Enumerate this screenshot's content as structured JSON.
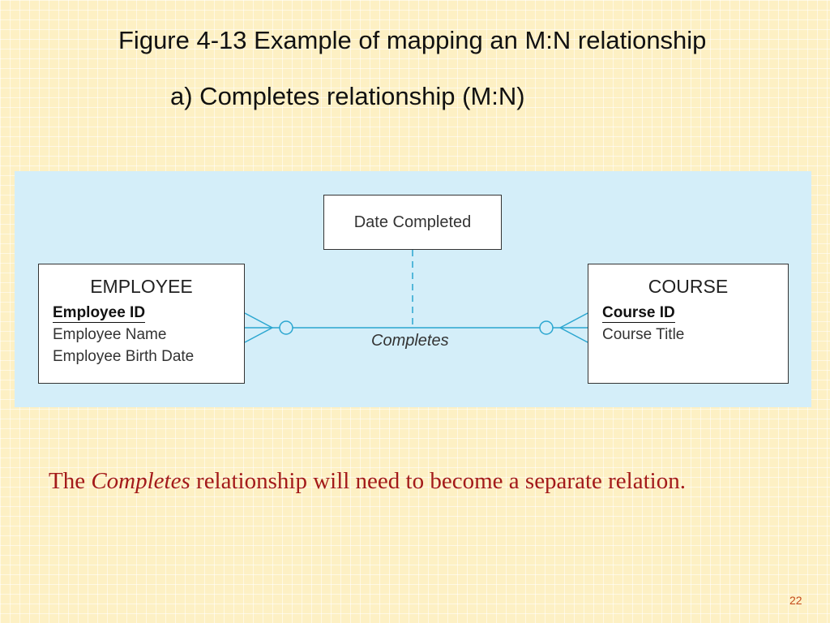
{
  "slide": {
    "title": "Figure 4-13 Example of mapping an M:N relationship",
    "subtitle": "a) Completes relationship (M:N)",
    "page_number": "22"
  },
  "diagram": {
    "employee": {
      "name": "EMPLOYEE",
      "attributes": [
        {
          "label": "Employee ID",
          "key": true
        },
        {
          "label": "Employee Name",
          "key": false
        },
        {
          "label": "Employee Birth Date",
          "key": false
        }
      ]
    },
    "course": {
      "name": "COURSE",
      "attributes": [
        {
          "label": "Course ID",
          "key": true
        },
        {
          "label": "Course Title",
          "key": false
        }
      ]
    },
    "relationship": {
      "label": "Completes",
      "attribute": "Date Completed",
      "employee_side": "optional-many",
      "course_side": "optional-many"
    },
    "colors": {
      "panel": "#d4eef9",
      "line": "#2aa6d0"
    }
  },
  "caption": {
    "before": "The ",
    "emphasis": "Completes",
    "after": " relationship will need to become a separate relation."
  }
}
